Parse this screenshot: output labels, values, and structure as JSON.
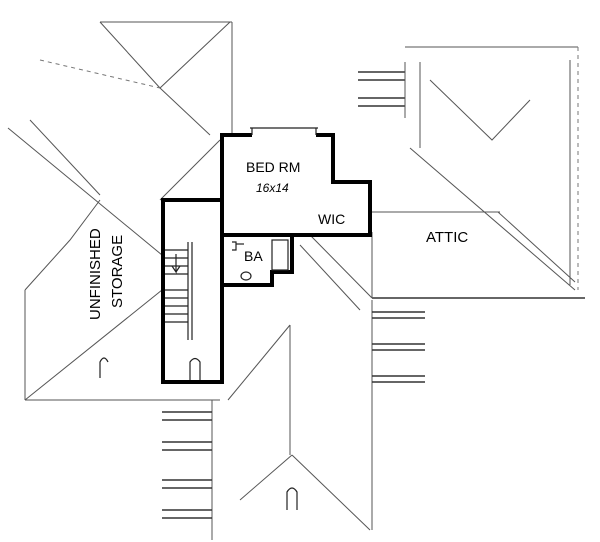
{
  "rooms": {
    "bedroom": {
      "name": "BED RM",
      "size": "16x14"
    },
    "closet": {
      "name": "WIC"
    },
    "bath": {
      "name": "BA"
    }
  },
  "areas": {
    "attic": "ATTIC",
    "storage_line1": "UNFINISHED",
    "storage_line2": "STORAGE"
  }
}
